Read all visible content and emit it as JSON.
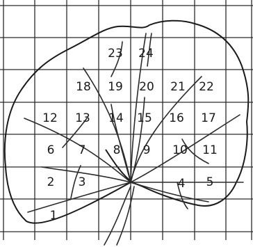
{
  "leaf_grid": {
    "grid_color": "#2a2a2a",
    "outline_color": "#1a1a1a",
    "vein_color": "#2a2a2a",
    "cells": [
      {
        "label": "1"
      },
      {
        "label": "2"
      },
      {
        "label": "3"
      },
      {
        "label": "4"
      },
      {
        "label": "5"
      },
      {
        "label": "6"
      },
      {
        "label": "7"
      },
      {
        "label": "8"
      },
      {
        "label": "9"
      },
      {
        "label": "10"
      },
      {
        "label": "11"
      },
      {
        "label": "12"
      },
      {
        "label": "13"
      },
      {
        "label": "14"
      },
      {
        "label": "15"
      },
      {
        "label": "16"
      },
      {
        "label": "17"
      },
      {
        "label": "18"
      },
      {
        "label": "19"
      },
      {
        "label": "20"
      },
      {
        "label": "21"
      },
      {
        "label": "22"
      },
      {
        "label": "23"
      },
      {
        "label": "24"
      }
    ]
  }
}
